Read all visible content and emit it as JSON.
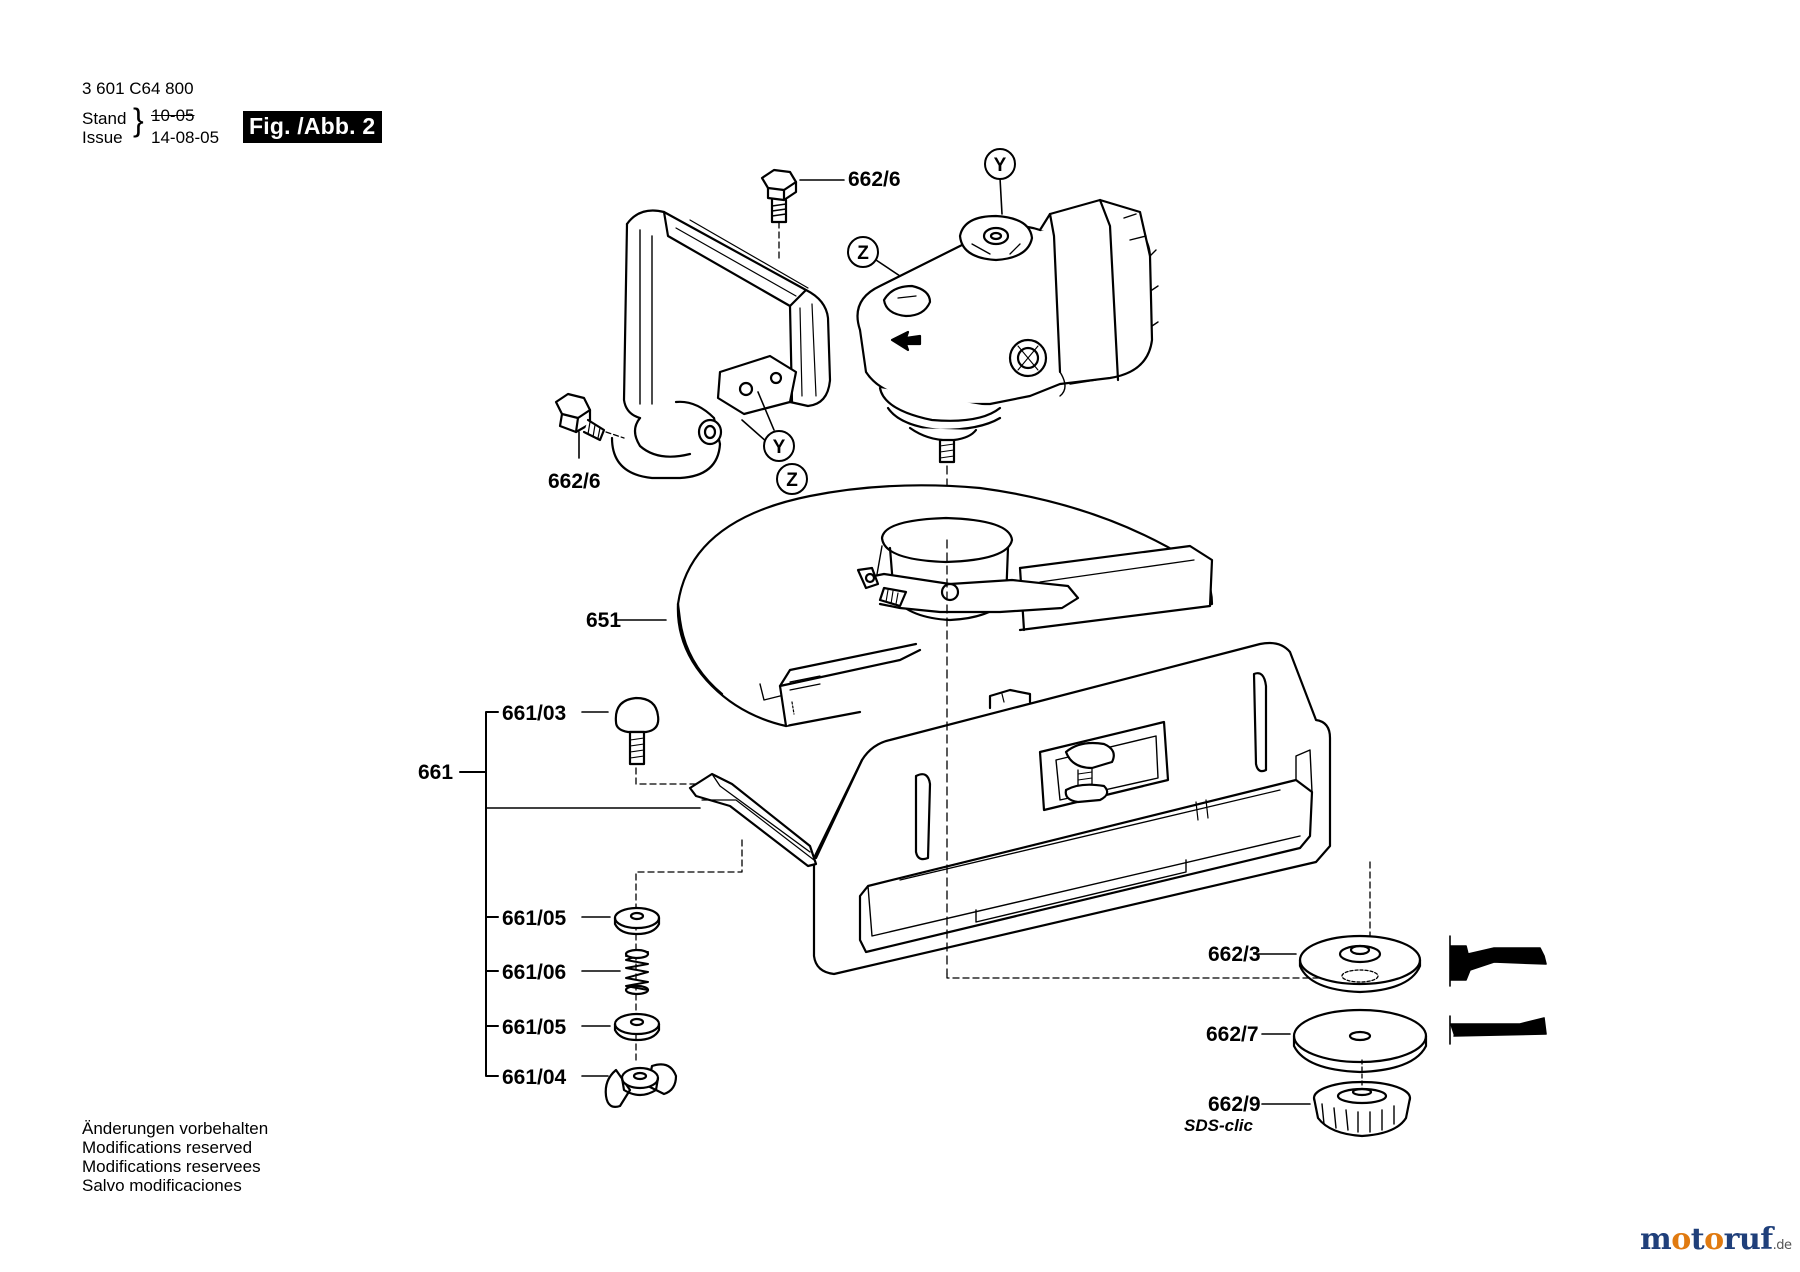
{
  "header": {
    "part_number": "3 601 C64 800",
    "stand_label": "Stand",
    "issue_label": "Issue",
    "date_struck": "10-05",
    "date_current": "14-08-05",
    "figure_label": "Fig. /Abb. 2"
  },
  "callouts": {
    "y_top": "Y",
    "z_top": "Z",
    "y_handle": "Y",
    "z_handle": "Z"
  },
  "parts": {
    "bolt_top": "662/6",
    "bolt_left": "662/6",
    "guard": "651",
    "assembly": "661",
    "carriage_bolt": "661/03",
    "washer_upper": "661/05",
    "spring": "661/06",
    "washer_lower": "661/05",
    "wing_nut": "661/04",
    "flange_inner": "662/3",
    "flange_outer": "662/7",
    "clamp_nut": "662/9",
    "sds_label": "SDS-clic"
  },
  "footer": {
    "lines": [
      "Änderungen vorbehalten",
      "Modifications reserved",
      "Modifications reservees",
      "Salvo modificaciones"
    ]
  },
  "brand": {
    "name": "motoruf",
    "suffix": ".de",
    "colors": {
      "m": "#1f3f7a",
      "o": "#e07a10",
      "t": "#1f3f7a",
      "r": "#1f3f7a",
      "u": "#1f3f7a",
      "f": "#1f3f7a"
    }
  }
}
